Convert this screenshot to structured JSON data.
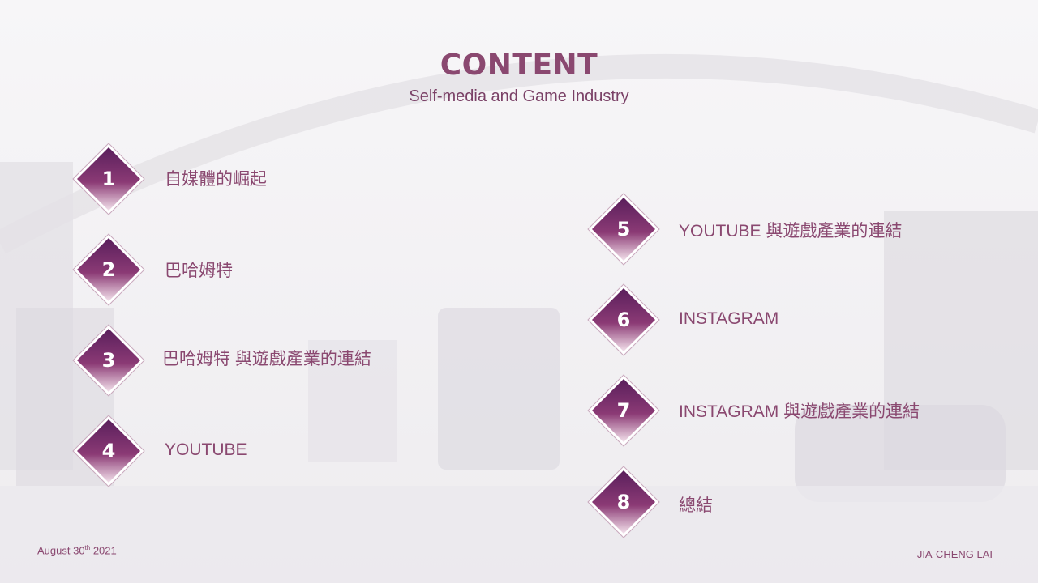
{
  "title": "CONTENT",
  "subtitle": "Self-media and Game Industry",
  "left_items": [
    {
      "number": "1",
      "label": "自媒體的崛起"
    },
    {
      "number": "2",
      "label": "巴哈姆特"
    },
    {
      "number": "3",
      "label": "巴哈姆特 與遊戲產業的連結"
    },
    {
      "number": "4",
      "label": "YOUTUBE"
    }
  ],
  "right_items": [
    {
      "number": "5",
      "label": "YOUTUBE 與遊戲產業的連結"
    },
    {
      "number": "6",
      "label": "INSTAGRAM"
    },
    {
      "number": "7",
      "label": "INSTAGRAM 與遊戲產業的連結"
    },
    {
      "number": "8",
      "label": "總結"
    }
  ],
  "footer": {
    "date_prefix": "August 30",
    "date_suffix": "th",
    "date_year": " 2021",
    "author": "JIA-CHENG LAI"
  },
  "colors": {
    "accent": "#8a4870",
    "diamond_top": "#5a1f5c",
    "diamond_bottom": "#f2dce9"
  }
}
